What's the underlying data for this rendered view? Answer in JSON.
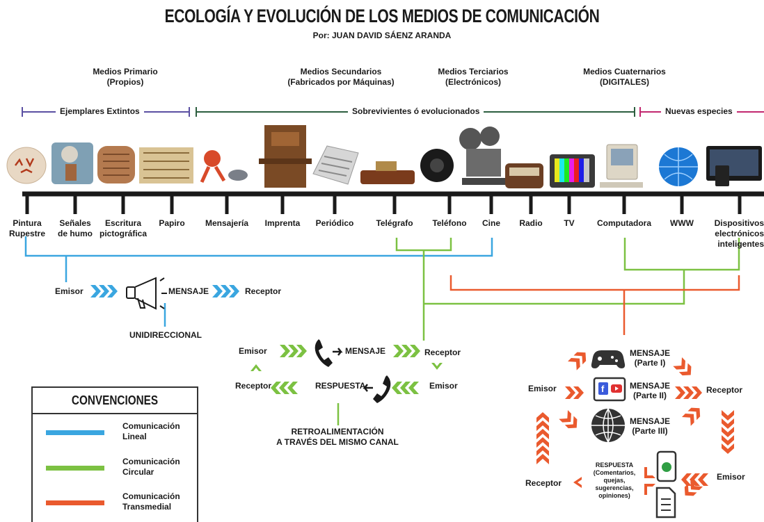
{
  "header": {
    "title": "ECOLOGÍA Y EVOLUCIÓN DE LOS MEDIOS DE COMUNICACIÓN",
    "author": "Por: JUAN DAVID SÁENZ ARANDA"
  },
  "categories": [
    {
      "line1": "Medios Primario",
      "line2": "(Propios)"
    },
    {
      "line1": "Medios Secundarios",
      "line2": "(Fabricados por Máquinas)"
    },
    {
      "line1": "Medios Terciarios",
      "line2": "(Electrónicos)"
    },
    {
      "line1": "Medios Cuaternarios",
      "line2": "(DIGITALES)"
    }
  ],
  "segments": {
    "extinct": "Ejemplares Extintos",
    "survivors": "Sobrevivientes ó evolucionados",
    "new_species": "Nuevas especies"
  },
  "media": [
    {
      "line1": "Pintura",
      "line2": "Rupestre"
    },
    {
      "line1": "Señales",
      "line2": "de humo"
    },
    {
      "line1": "Escritura",
      "line2": "pictográfica"
    },
    {
      "line1": "Papiro",
      "line2": ""
    },
    {
      "line1": "Mensajería",
      "line2": ""
    },
    {
      "line1": "Imprenta",
      "line2": ""
    },
    {
      "line1": "Periódico",
      "line2": ""
    },
    {
      "line1": "Telégrafo",
      "line2": ""
    },
    {
      "line1": "Teléfono",
      "line2": ""
    },
    {
      "line1": "Cine",
      "line2": ""
    },
    {
      "line1": "Radio",
      "line2": ""
    },
    {
      "line1": "TV",
      "line2": ""
    },
    {
      "line1": "Computadora",
      "line2": ""
    },
    {
      "line1": "WWW",
      "line2": ""
    },
    {
      "line1": "Dispositivos",
      "line2": "electrónicos",
      "line3": "inteligentes"
    }
  ],
  "linear": {
    "sender": "Emisor",
    "message": "MENSAJE",
    "receiver": "Receptor",
    "caption": "UNIDIRECCIONAL"
  },
  "circular": {
    "sender_top": "Emisor",
    "message": "MENSAJE",
    "receiver_top": "Receptor",
    "receiver_bottom": "Receptor",
    "response": "RESPUESTA",
    "sender_bottom": "Emisor",
    "caption_line1": "RETROALIMENTACIÓN",
    "caption_line2": "A TRAVÉS DEL MISMO CANAL"
  },
  "transmedia": {
    "sender_left": "Emisor",
    "receiver_right": "Receptor",
    "sender_right": "Emisor",
    "receiver_left": "Receptor",
    "messages": [
      {
        "line1": "MENSAJE",
        "line2": "(Parte I)"
      },
      {
        "line1": "MENSAJE",
        "line2": "(Parte II)"
      },
      {
        "line1": "MENSAJE",
        "line2": "(Parte III)"
      }
    ],
    "response_title": "RESPUESTA",
    "response_detail": [
      "(Comentarios,",
      "quejas,",
      "sugerencias,",
      "opiniones)"
    ]
  },
  "legend": {
    "title": "CONVENCIONES",
    "items": [
      {
        "line1": "Comunicación",
        "line2": "Lineal",
        "color": "#3aa6e0"
      },
      {
        "line1": "Comunicación",
        "line2": "Circular",
        "color": "#7cc142"
      },
      {
        "line1": "Comunicación",
        "line2": "Transmedial",
        "color": "#ea5a2e"
      }
    ]
  },
  "colors": {
    "linear": "#3aa6e0",
    "circular": "#7cc142",
    "transmedia": "#ea5a2e",
    "extinct_line": "#5a4fa2",
    "survivors_line": "#2c5e3f",
    "new_line": "#c2276f"
  },
  "icons": [
    "megaphone-icon",
    "phone-icon",
    "gamepad-icon",
    "social-media-icon",
    "globe-icon",
    "smartphone-icon",
    "document-icon"
  ]
}
